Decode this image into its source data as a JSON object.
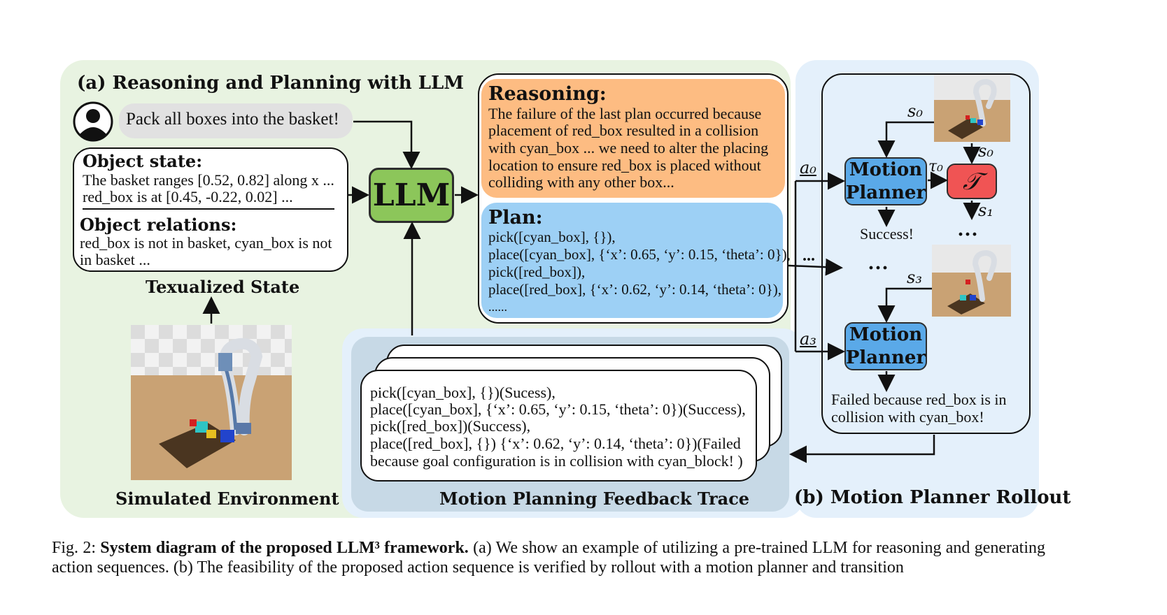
{
  "section_a": {
    "title": "(a) Reasoning and Planning with LLM",
    "user_instruction": "Pack all boxes into the basket!",
    "object_state_heading": "Object state:",
    "object_state_lines": [
      "The basket ranges [0.52, 0.82] along x ...",
      "red_box is at [0.45, -0.22, 0.02] ..."
    ],
    "object_relations_heading": "Object relations:",
    "object_relations_lines": [
      "red_box is not in basket, cyan_box is not",
      "in basket ..."
    ],
    "textualized_state_label": "Texualized State",
    "simulated_env_label": "Simulated Environment",
    "llm_label": "LLM"
  },
  "reasoning": {
    "heading": "Reasoning:",
    "lines": [
      "The failure of the last plan occurred because",
      "placement of red_box resulted in a collision",
      "with cyan_box ... we need to alter the placing",
      "location to ensure red_box is placed without",
      "colliding with any other box..."
    ]
  },
  "plan": {
    "heading": "Plan:",
    "lines": [
      "pick([cyan_box], {}),",
      "place([cyan_box], {‘x’: 0.65, ‘y’: 0.15, ‘theta’: 0}),",
      "pick([red_box]),",
      "place([red_box], {‘x’: 0.62, ‘y’: 0.14, ‘theta’: 0}),",
      "......"
    ]
  },
  "feedback": {
    "lines": [
      "pick([cyan_box], {})(Sucess),",
      "place([cyan_box], {‘x’: 0.65, ‘y’: 0.15, ‘theta’: 0})(Success),",
      "pick([red_box])(Success),",
      "place([red_box], {}) {‘x’: 0.62, ‘y’: 0.14, ‘theta’: 0})(Failed",
      "because goal configuration is in collision with cyan_block! )"
    ],
    "label": "Motion Planning Feedback Trace"
  },
  "section_b": {
    "title": "(b) Motion Planner Rollout",
    "motion_planner_label_line1": "Motion",
    "motion_planner_label_line2": "Planner",
    "transition_symbol": "𝒯",
    "success_text": "Success!",
    "failure_lines": [
      "Failed because red_box is in",
      "collision with cyan_box!"
    ],
    "ellipsis": "···",
    "s0": "s₀",
    "s1": "s₁",
    "s3": "s₃",
    "tau0": "τ₀",
    "a0": "a₀",
    "a3": "a₃",
    "dots": "..."
  },
  "caption": {
    "prefix": "Fig. 2:",
    "bold_part": "System diagram of the proposed LLM³ framework.",
    "rest": "(a) We show an example of utilizing a pre-trained LLM for reasoning and generating action sequences. (b) The feasibility of the proposed action sequence is verified by rollout with a motion planner and transition"
  },
  "colors": {
    "green_region": "#e8f3e1",
    "blue_region": "#e4f0fb",
    "llm_green": "#8cc65a",
    "reasoning_orange": "#fdbc82",
    "plan_blue": "#9dd0f5",
    "motion_planner_blue": "#5aa9e8",
    "transition_red": "#f05454",
    "feedback_panel": "#c7d9e6"
  }
}
